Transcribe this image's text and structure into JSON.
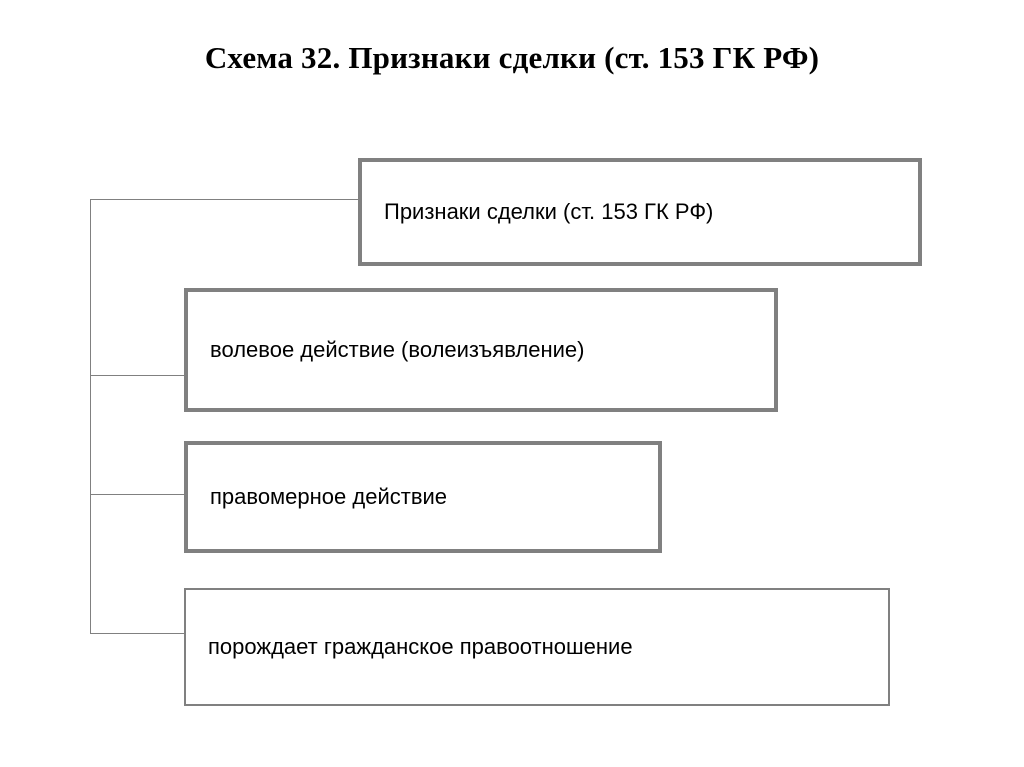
{
  "slide": {
    "title": "Схема 32. Признаки сделки (ст. 153 ГК РФ)",
    "background_color": "#ffffff",
    "line_color": "#808080",
    "text_color": "#000000"
  },
  "diagram": {
    "root": {
      "label": "Признаки сделки (ст. 153 ГК РФ)"
    },
    "branches": [
      {
        "label": "волевое действие (волеизъявление)"
      },
      {
        "label": "правомерное действие"
      },
      {
        "label": "порождает гражданское правоотношение"
      }
    ]
  }
}
